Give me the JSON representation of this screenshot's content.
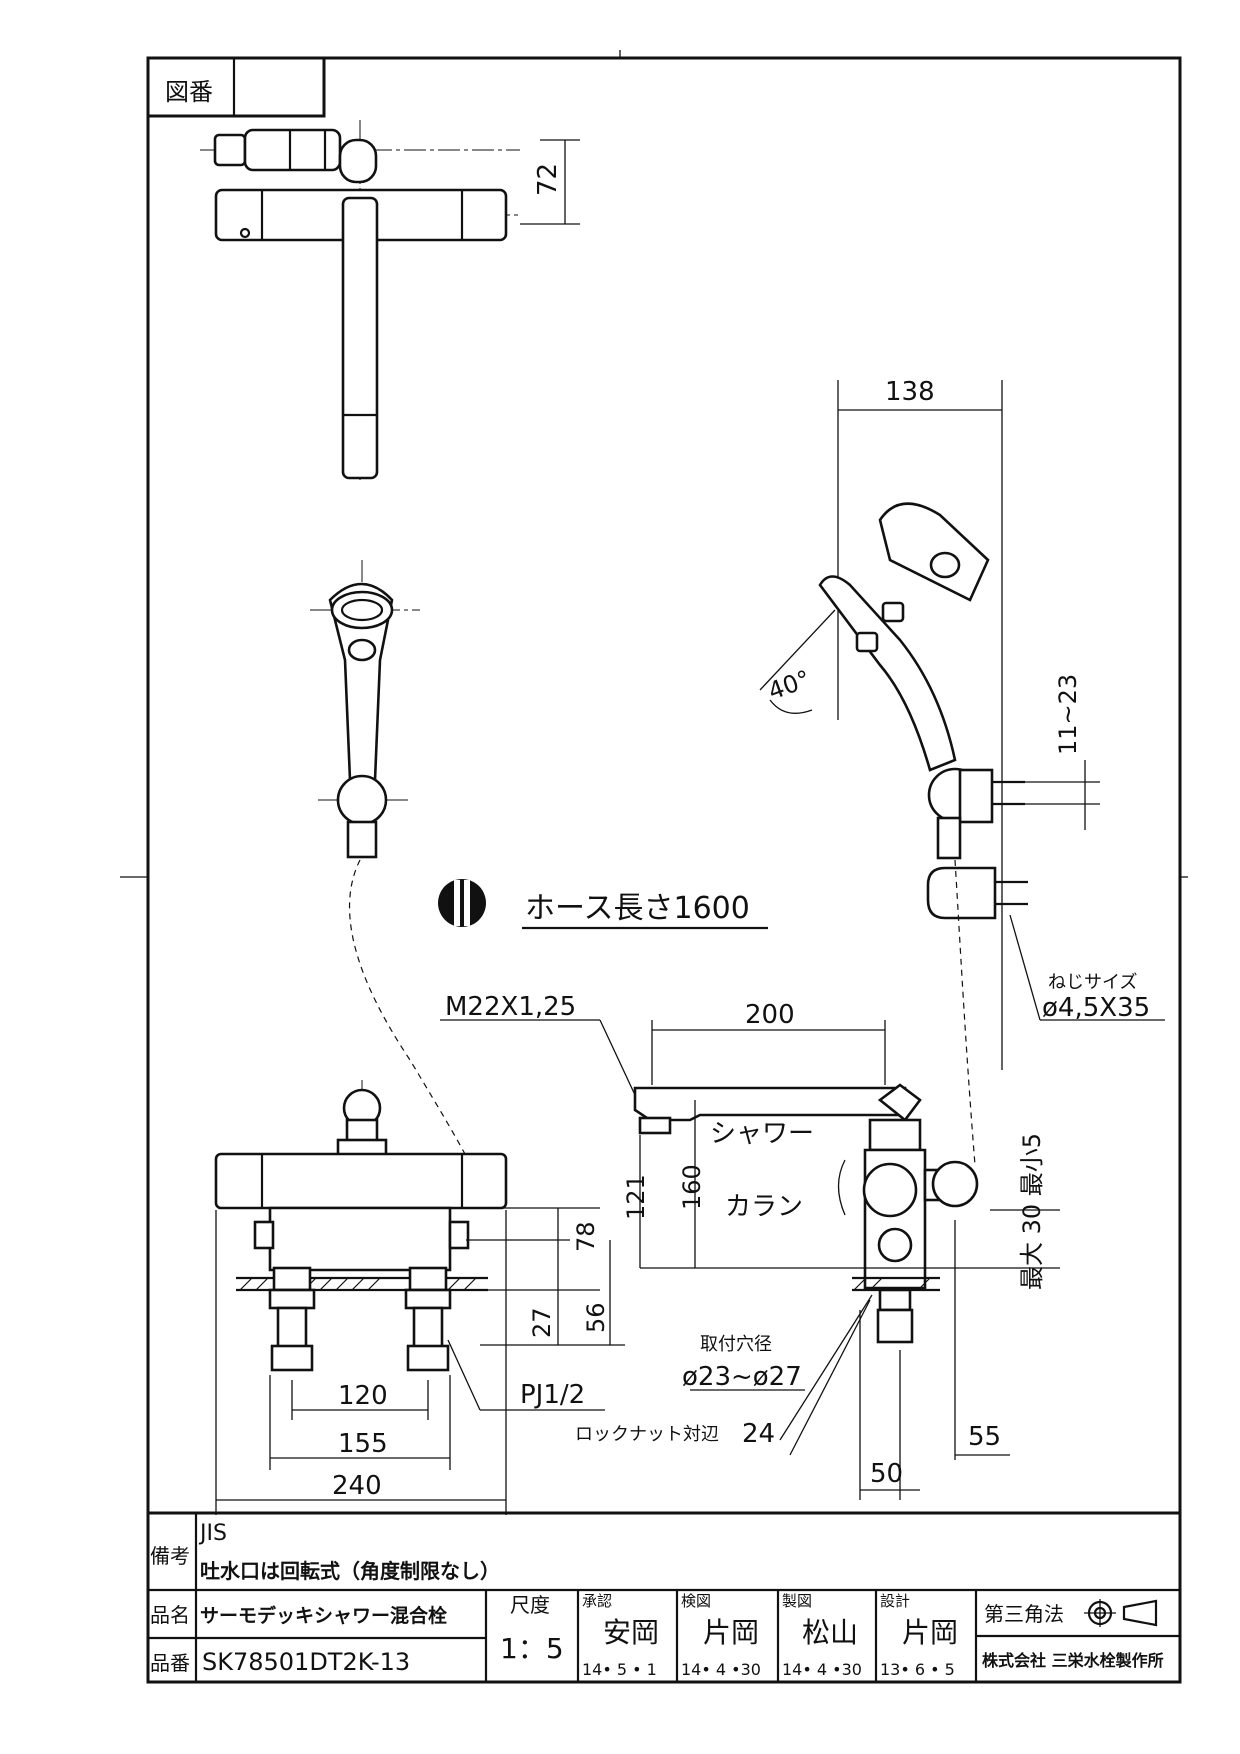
{
  "title_block": {
    "zuban_label": "図番",
    "bikou_label": "備考",
    "notes": [
      "JIS",
      "吐水口は回転式（角度制限なし）"
    ],
    "hinmei_label": "品名",
    "hinmei": "サーモデッキシャワー混合栓",
    "hinban_label": "品番",
    "hinban": "SK78501DT2K-13",
    "scale_label": "尺度",
    "scale": "1：5",
    "approval": [
      {
        "role": "承認",
        "name": "安岡",
        "date": "14• 5 • 1"
      },
      {
        "role": "検図",
        "name": "片岡",
        "date": "14• 4 •30"
      },
      {
        "role": "製図",
        "name": "松山",
        "date": "14• 4 •30"
      },
      {
        "role": "設計",
        "name": "片岡",
        "date": "13• 6 • 5"
      }
    ],
    "projection": "第三角法",
    "company": "株式会社 三栄水栓製作所"
  },
  "dimensions": {
    "d72": "72",
    "d138": "138",
    "d40deg": "40°",
    "d11_23": "11~23",
    "hose_length": "ホース長さ1600",
    "screw_label": "ねじサイズ",
    "screw_size": "ø4,5X35",
    "m22": "M22X1,25",
    "d200": "200",
    "shower": "シャワー",
    "karan": "カラン",
    "d121": "121",
    "d160": "160",
    "max30": "最大 30 最小5",
    "d78": "78",
    "d27": "27",
    "d56": "56",
    "mount_hole_label": "取付穴径",
    "mount_hole": "ø23~ø27",
    "d120": "120",
    "pj": "PJ1/2",
    "d155": "155",
    "d240": "240",
    "locknut": "ロックナット対辺",
    "locknut_value": "24",
    "d55": "55",
    "d50": "50"
  }
}
